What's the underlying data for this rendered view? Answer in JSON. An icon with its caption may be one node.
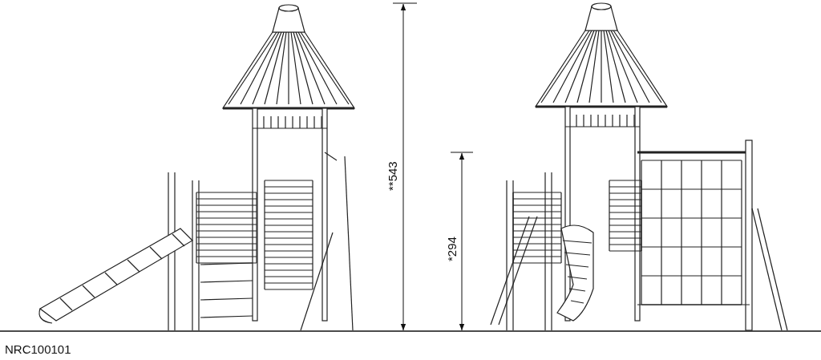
{
  "diagram": {
    "labels": [
      "**543",
      "*294",
      "NRC100101"
    ]
  }
}
